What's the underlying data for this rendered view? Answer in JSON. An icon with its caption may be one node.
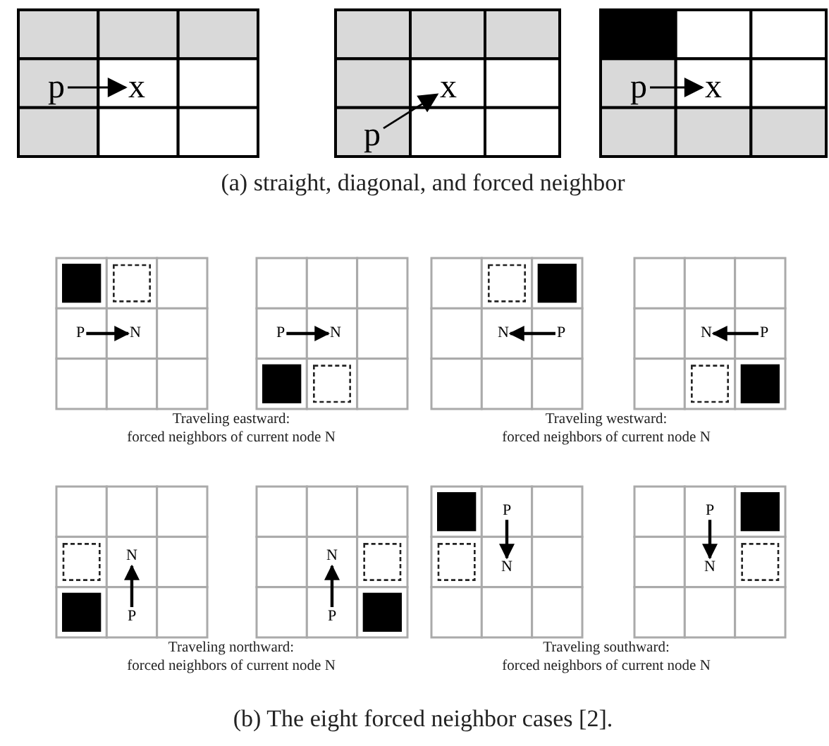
{
  "diagram": {
    "nodes": [
      {
        "text": [
          "p"
        ]
      },
      {
        "text": [
          "x"
        ]
      },
      {
        "text": [
          "p"
        ]
      },
      {
        "text": [
          "x"
        ]
      },
      {
        "text": [
          "p"
        ]
      },
      {
        "text": [
          "x"
        ]
      },
      {
        "text": [
          "P"
        ]
      },
      {
        "text": [
          "N"
        ]
      },
      {
        "text": [
          "P"
        ]
      },
      {
        "text": [
          "N"
        ]
      },
      {
        "text": [
          "N"
        ]
      },
      {
        "text": [
          "P"
        ]
      },
      {
        "text": [
          "N"
        ]
      },
      {
        "text": [
          "P"
        ]
      },
      {
        "text": [
          "N"
        ]
      },
      {
        "text": [
          "P"
        ]
      },
      {
        "text": [
          "N"
        ]
      },
      {
        "text": [
          "P"
        ]
      },
      {
        "text": [
          "P"
        ]
      },
      {
        "text": [
          "N"
        ]
      },
      {
        "text": [
          "P"
        ]
      },
      {
        "text": [
          "N"
        ]
      }
    ],
    "edges": [
      {
        "from": 0,
        "to": 1,
        "arrow": "to"
      },
      {
        "from": 2,
        "to": 3,
        "arrow": "to"
      },
      {
        "from": 4,
        "to": 5,
        "arrow": "to"
      },
      {
        "from": 6,
        "to": 7,
        "arrow": "to"
      },
      {
        "from": 8,
        "to": 9,
        "arrow": "to"
      },
      {
        "from": 11,
        "to": 10,
        "arrow": "to"
      },
      {
        "from": 13,
        "to": 12,
        "arrow": "to"
      },
      {
        "from": 15,
        "to": 14,
        "arrow": "to"
      },
      {
        "from": 17,
        "to": 16,
        "arrow": "to"
      },
      {
        "from": 18,
        "to": 19,
        "arrow": "to"
      },
      {
        "from": 20,
        "to": 21,
        "arrow": "to"
      }
    ],
    "labels": [
      "(a) straight, diagonal, and forced neighbor",
      "Traveling eastward:",
      "forced neighbors of current node N",
      "Traveling westward:",
      "forced neighbors of current node N",
      "Traveling northward:",
      "forced neighbors of current node N",
      "Traveling southward:",
      "forced neighbors of current node N",
      "(b) The eight forced neighbor cases [2]."
    ]
  }
}
